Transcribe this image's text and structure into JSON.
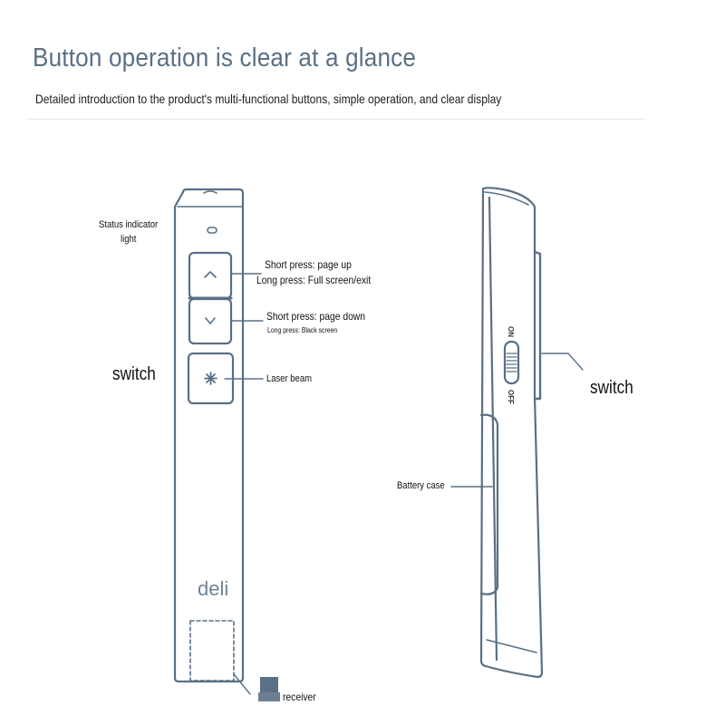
{
  "header": {
    "title": "Button operation is clear at a glance",
    "subtitle": "Detailed introduction to the product's multi-functional buttons, simple operation, and clear display"
  },
  "front_view": {
    "brand": "deli",
    "callouts": {
      "status_indicator_line1": "Status indicator",
      "status_indicator_line2": "light",
      "page_up_short": "Short press: page up",
      "page_up_long": "Long press: Full screen/exit",
      "page_down_short": "Short press: page down",
      "page_down_long": "Long press: Black screen",
      "switch": "switch",
      "laser": "Laser beam",
      "receiver": "receiver"
    }
  },
  "side_view": {
    "switch_on": "ON",
    "switch_off": "OFF",
    "callouts": {
      "battery_case": "Battery case",
      "switch": "switch"
    }
  },
  "colors": {
    "outline": "#5a7085",
    "title": "#5a7085",
    "text": "#111111"
  }
}
